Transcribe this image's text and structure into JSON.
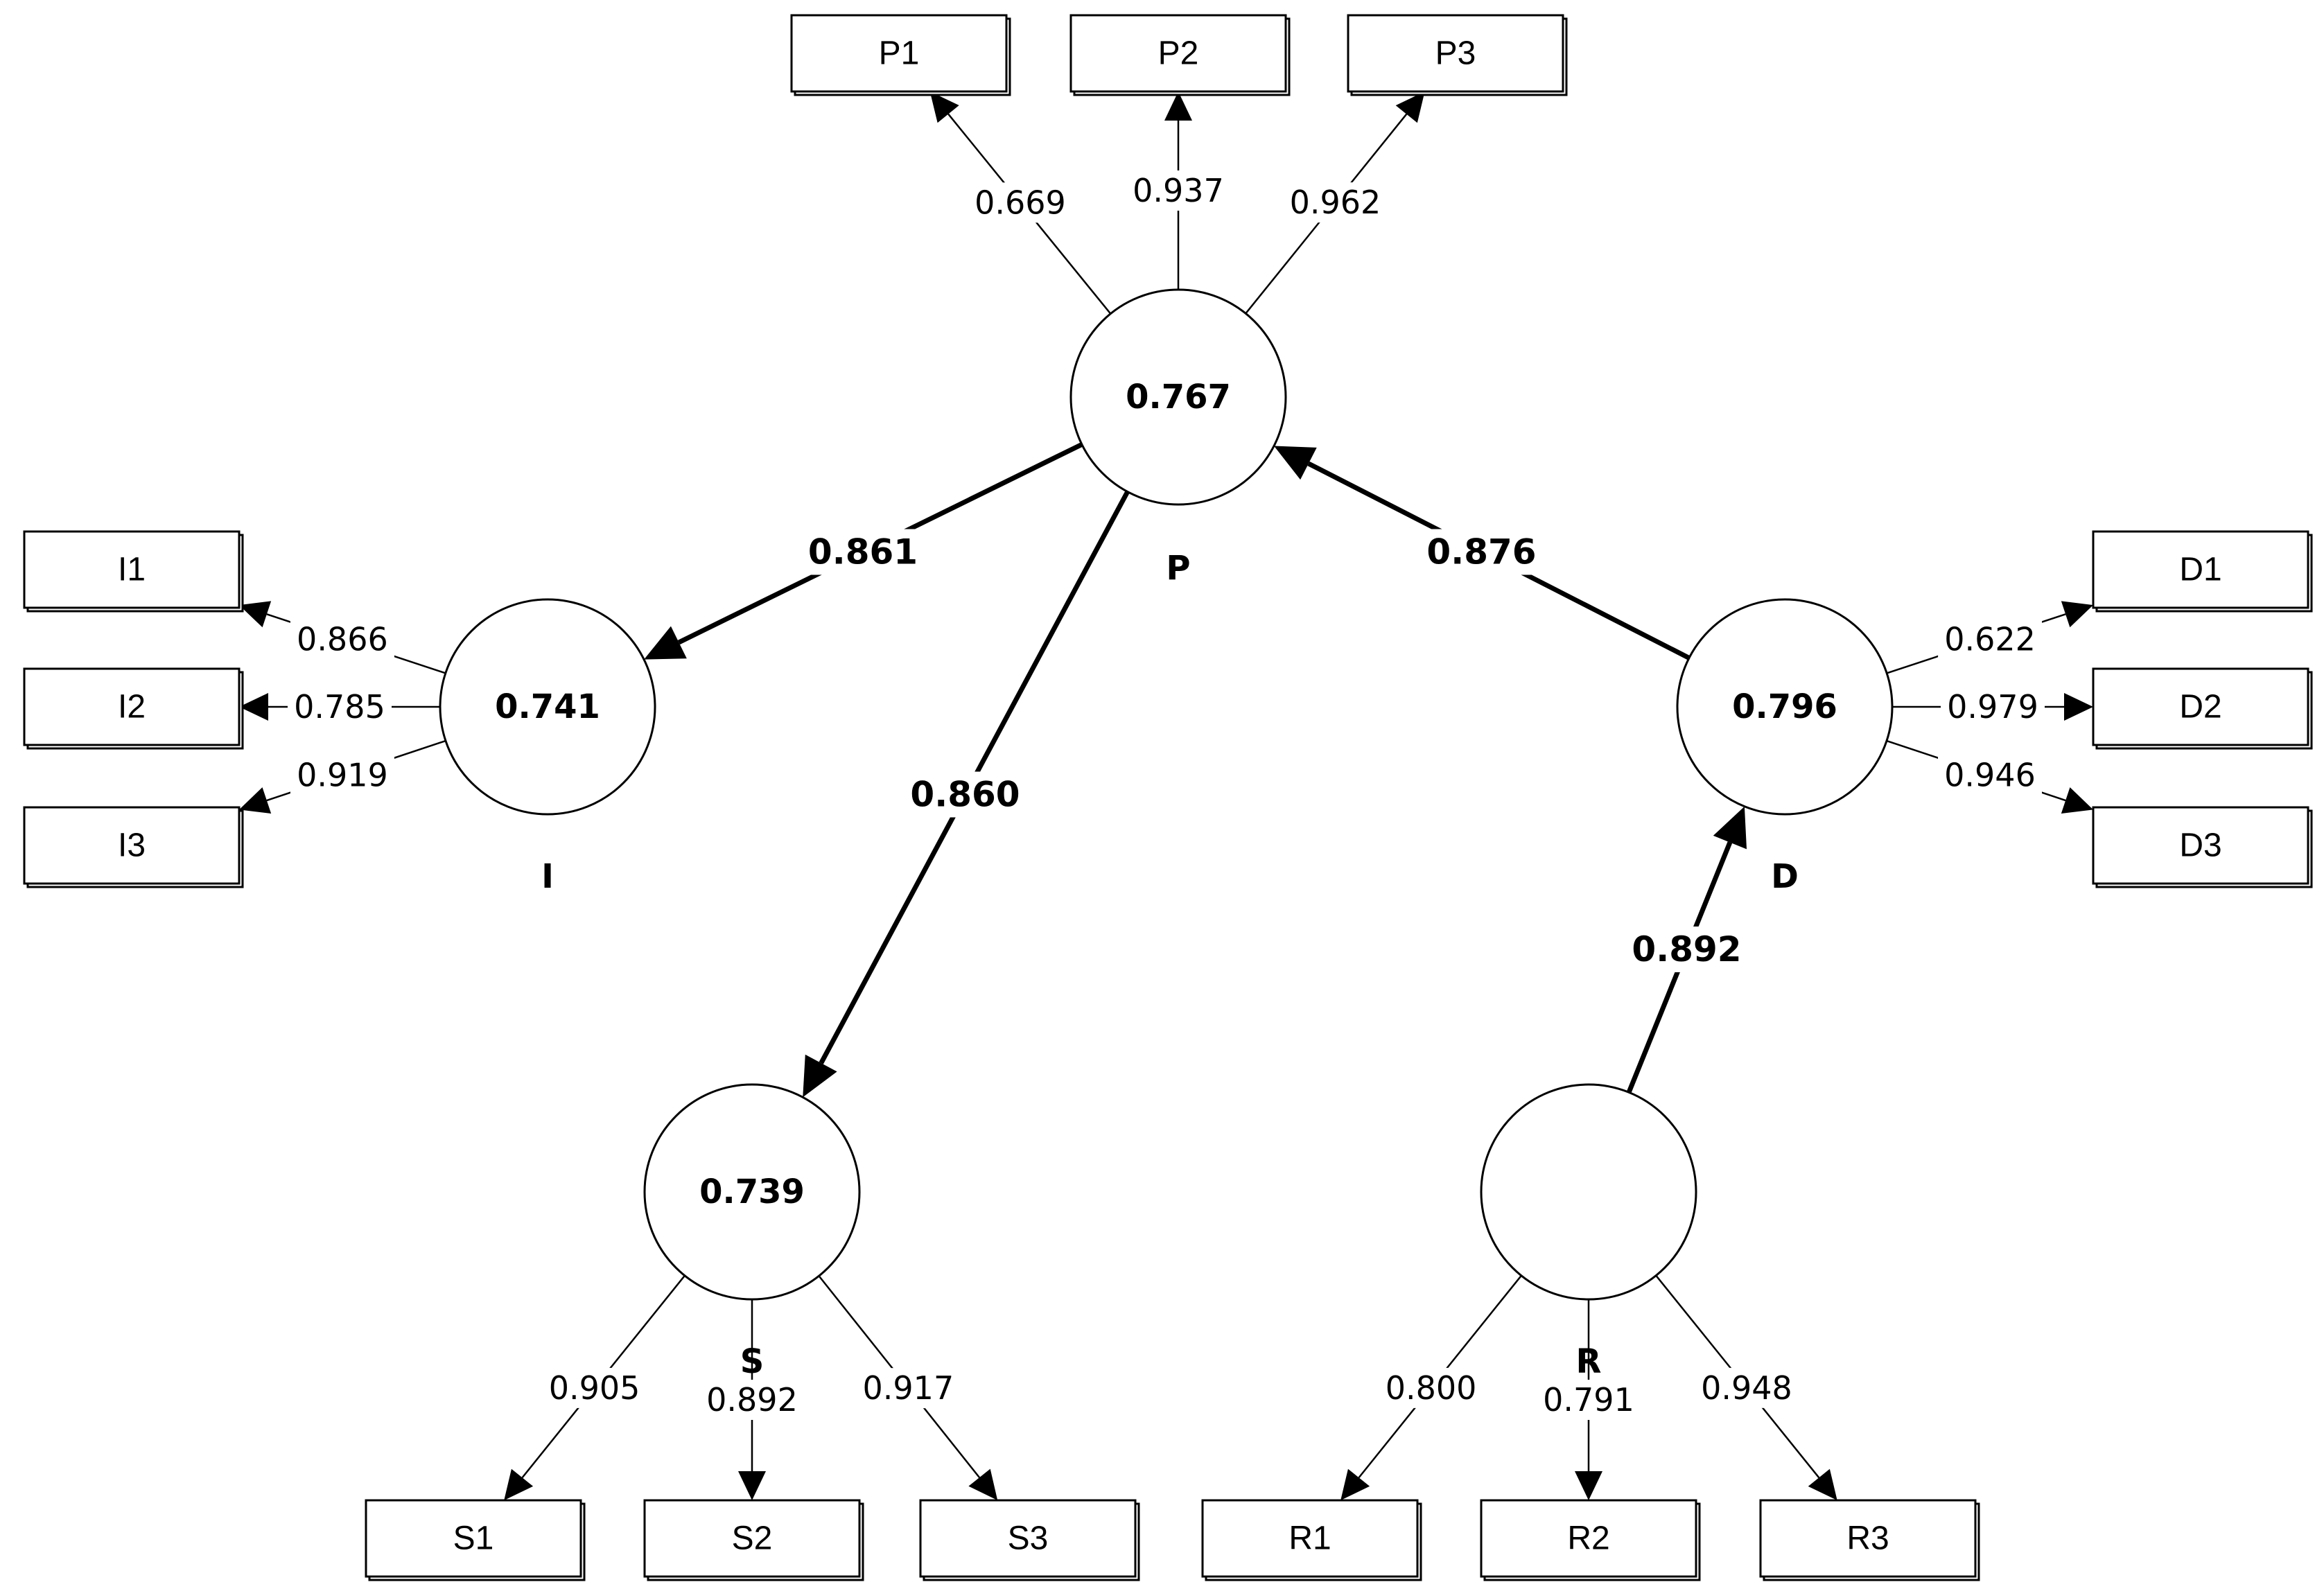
{
  "constructs": [
    {
      "id": "P",
      "name": "P",
      "r2": "0.767"
    },
    {
      "id": "I",
      "name": "I",
      "r2": "0.741"
    },
    {
      "id": "S",
      "name": "S",
      "r2": "0.739"
    },
    {
      "id": "D",
      "name": "D",
      "r2": "0.796"
    },
    {
      "id": "R",
      "name": "R",
      "r2": ""
    }
  ],
  "indicators": [
    {
      "id": "P1",
      "label": "P1"
    },
    {
      "id": "P2",
      "label": "P2"
    },
    {
      "id": "P3",
      "label": "P3"
    },
    {
      "id": "I1",
      "label": "I1"
    },
    {
      "id": "I2",
      "label": "I2"
    },
    {
      "id": "I3",
      "label": "I3"
    },
    {
      "id": "D1",
      "label": "D1"
    },
    {
      "id": "D2",
      "label": "D2"
    },
    {
      "id": "D3",
      "label": "D3"
    },
    {
      "id": "S1",
      "label": "S1"
    },
    {
      "id": "S2",
      "label": "S2"
    },
    {
      "id": "S3",
      "label": "S3"
    },
    {
      "id": "R1",
      "label": "R1"
    },
    {
      "id": "R2",
      "label": "R2"
    },
    {
      "id": "R3",
      "label": "R3"
    }
  ],
  "loadings": [
    {
      "construct": "P",
      "indicator": "P1",
      "value": "0.669"
    },
    {
      "construct": "P",
      "indicator": "P2",
      "value": "0.937"
    },
    {
      "construct": "P",
      "indicator": "P3",
      "value": "0.962"
    },
    {
      "construct": "I",
      "indicator": "I1",
      "value": "0.866"
    },
    {
      "construct": "I",
      "indicator": "I2",
      "value": "0.785"
    },
    {
      "construct": "I",
      "indicator": "I3",
      "value": "0.919"
    },
    {
      "construct": "D",
      "indicator": "D1",
      "value": "0.622"
    },
    {
      "construct": "D",
      "indicator": "D2",
      "value": "0.979"
    },
    {
      "construct": "D",
      "indicator": "D3",
      "value": "0.946"
    },
    {
      "construct": "S",
      "indicator": "S1",
      "value": "0.905"
    },
    {
      "construct": "S",
      "indicator": "S2",
      "value": "0.892"
    },
    {
      "construct": "S",
      "indicator": "S3",
      "value": "0.917"
    },
    {
      "construct": "R",
      "indicator": "R1",
      "value": "0.800"
    },
    {
      "construct": "R",
      "indicator": "R2",
      "value": "0.791"
    },
    {
      "construct": "R",
      "indicator": "R3",
      "value": "0.948"
    }
  ],
  "paths": [
    {
      "from": "P",
      "to": "I",
      "value": "0.861"
    },
    {
      "from": "P",
      "to": "S",
      "value": "0.860"
    },
    {
      "from": "D",
      "to": "P",
      "value": "0.876"
    },
    {
      "from": "R",
      "to": "D",
      "value": "0.892"
    }
  ]
}
